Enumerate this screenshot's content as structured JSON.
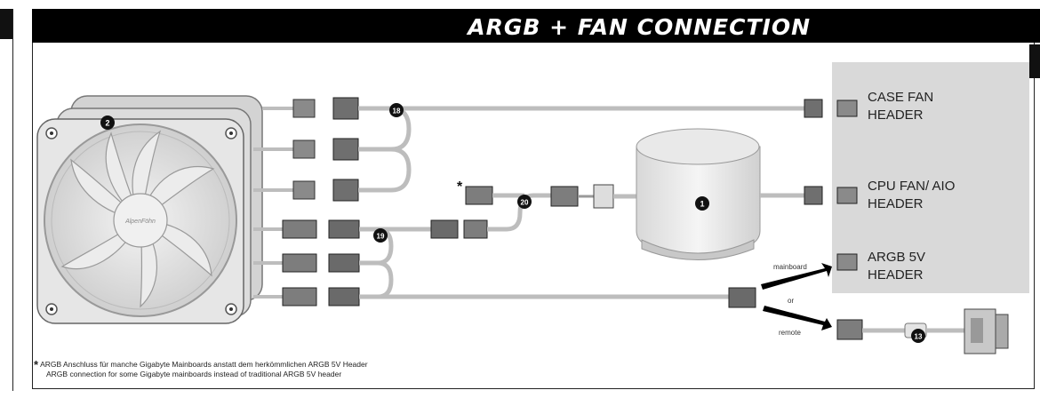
{
  "title": "ARGB + FAN CONNECTION",
  "fan_logo": "AlpenFöhn",
  "markers": {
    "fan": "2",
    "cooler": "1",
    "fan_splitter": "18",
    "argb_splitter": "19",
    "gigabyte_adapter": "20",
    "remote": "13"
  },
  "asterisk": "*",
  "headers": {
    "case_fan_line1": "CASE FAN",
    "case_fan_line2": "HEADER",
    "cpu_fan_line1": "CPU FAN/ AIO",
    "cpu_fan_line2": "HEADER",
    "argb_line1": "ARGB 5V",
    "argb_line2": "HEADER"
  },
  "route_labels": {
    "mainboard": "mainboard",
    "or": "or",
    "remote": "remote"
  },
  "footnote": {
    "line1": "ARGB Anschluss für manche Gigabyte Mainboards anstatt dem herkömmlichen ARGB 5V Header",
    "line2": "ARGB connection for some Gigabyte mainboards instead of traditional ARGB 5V header"
  }
}
